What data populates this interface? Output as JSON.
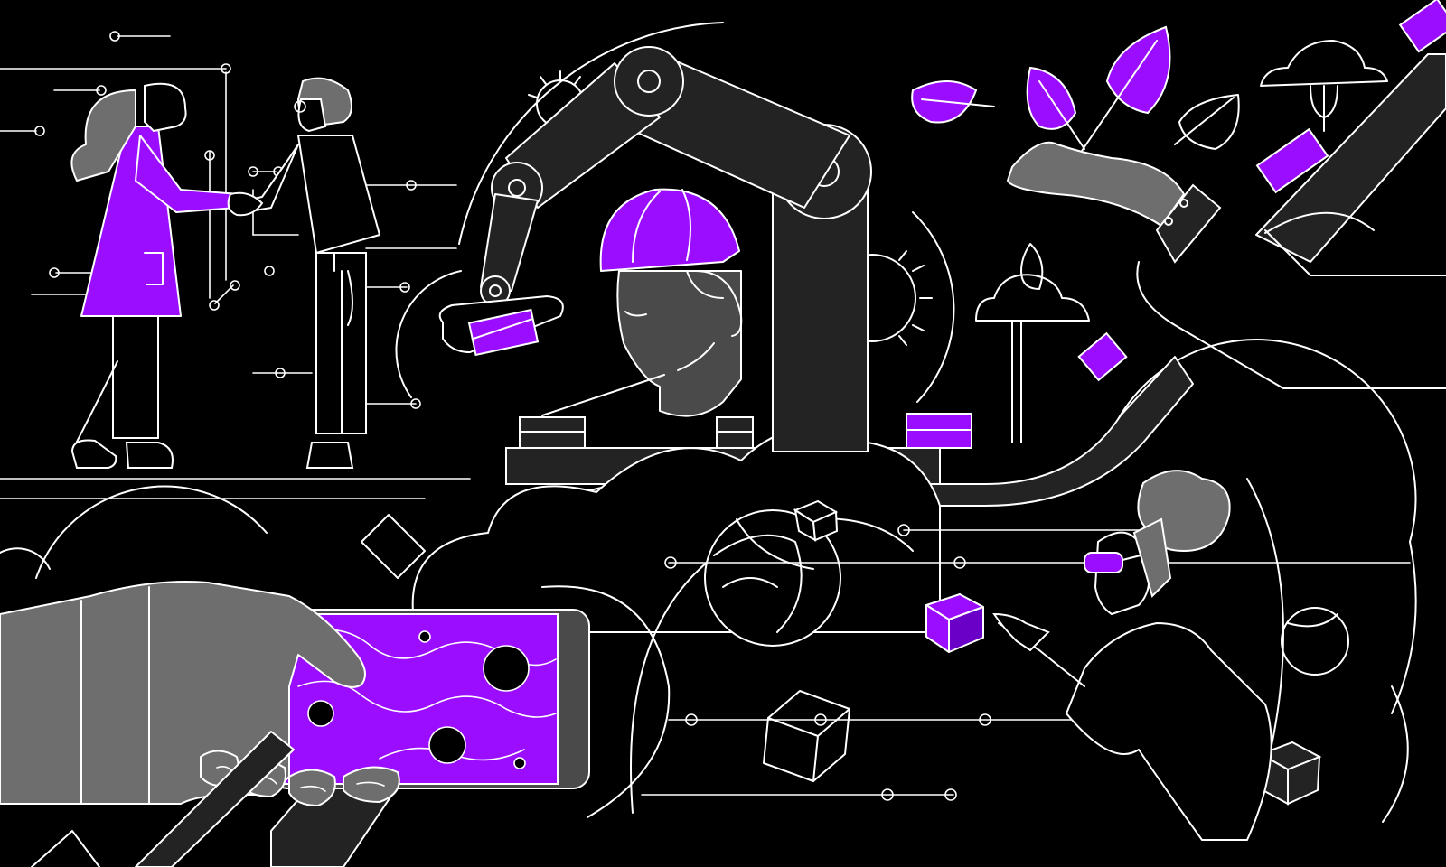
{
  "colors": {
    "background": "#000000",
    "line": "#ffffff",
    "accent": "#9b0dff",
    "accent_dark": "#6a00c8",
    "grey_light": "#6e6e6e",
    "grey_mid": "#4a4a4a",
    "grey_dark": "#232323"
  },
  "illustration": {
    "figures": [
      "handshake-people",
      "robot-arm",
      "worker-with-hard-hat",
      "plant-in-hand",
      "hand-holding-phone",
      "person-with-vr-headset"
    ]
  }
}
